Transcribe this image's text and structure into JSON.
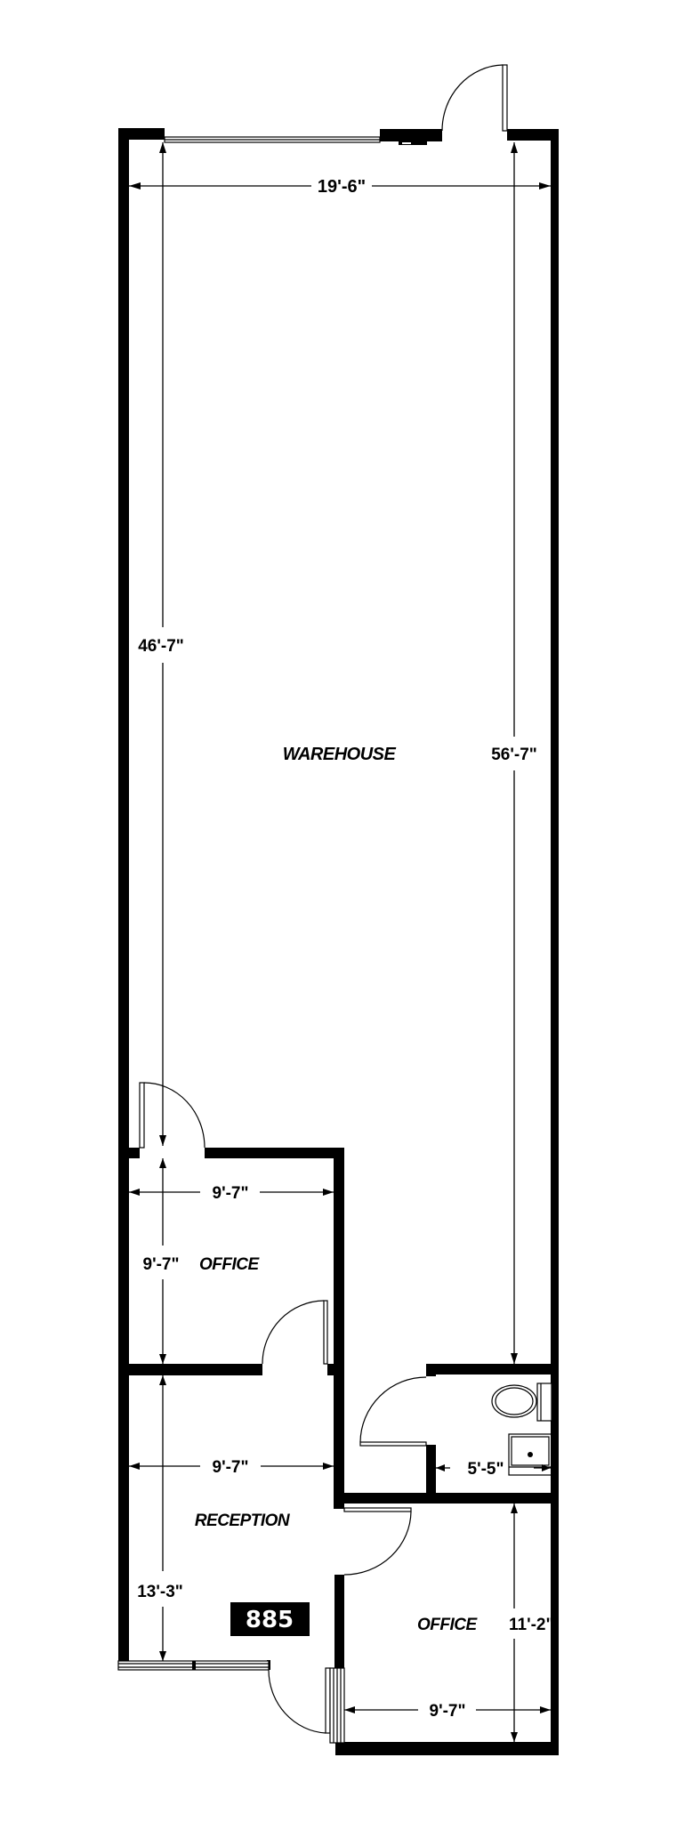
{
  "plan": {
    "suite_number": "885",
    "colors": {
      "ink": "#000000",
      "paper": "#ffffff",
      "badge_bg": "#000000",
      "badge_text": "#ffffff"
    },
    "rooms": [
      {
        "id": "warehouse",
        "label": "WAREHOUSE"
      },
      {
        "id": "office_1",
        "label": "OFFICE"
      },
      {
        "id": "reception",
        "label": "RECEPTION"
      },
      {
        "id": "office_2",
        "label": "OFFICE"
      }
    ],
    "dimensions": {
      "overall_width": "19'-6\"",
      "warehouse_left_depth": "46'-7\"",
      "overall_depth": "56'-7\"",
      "office_1_width": "9'-7\"",
      "office_1_depth": "9'-7\"",
      "reception_width": "9'-7\"",
      "reception_depth": "13'-3\"",
      "restroom_width": "5'-5\"",
      "office_2_depth": "11'-2\"",
      "office_2_width": "9'-7\""
    },
    "fixtures": [
      {
        "id": "toilet",
        "icon": "toilet-icon"
      },
      {
        "id": "sink",
        "icon": "sink-icon"
      }
    ]
  }
}
